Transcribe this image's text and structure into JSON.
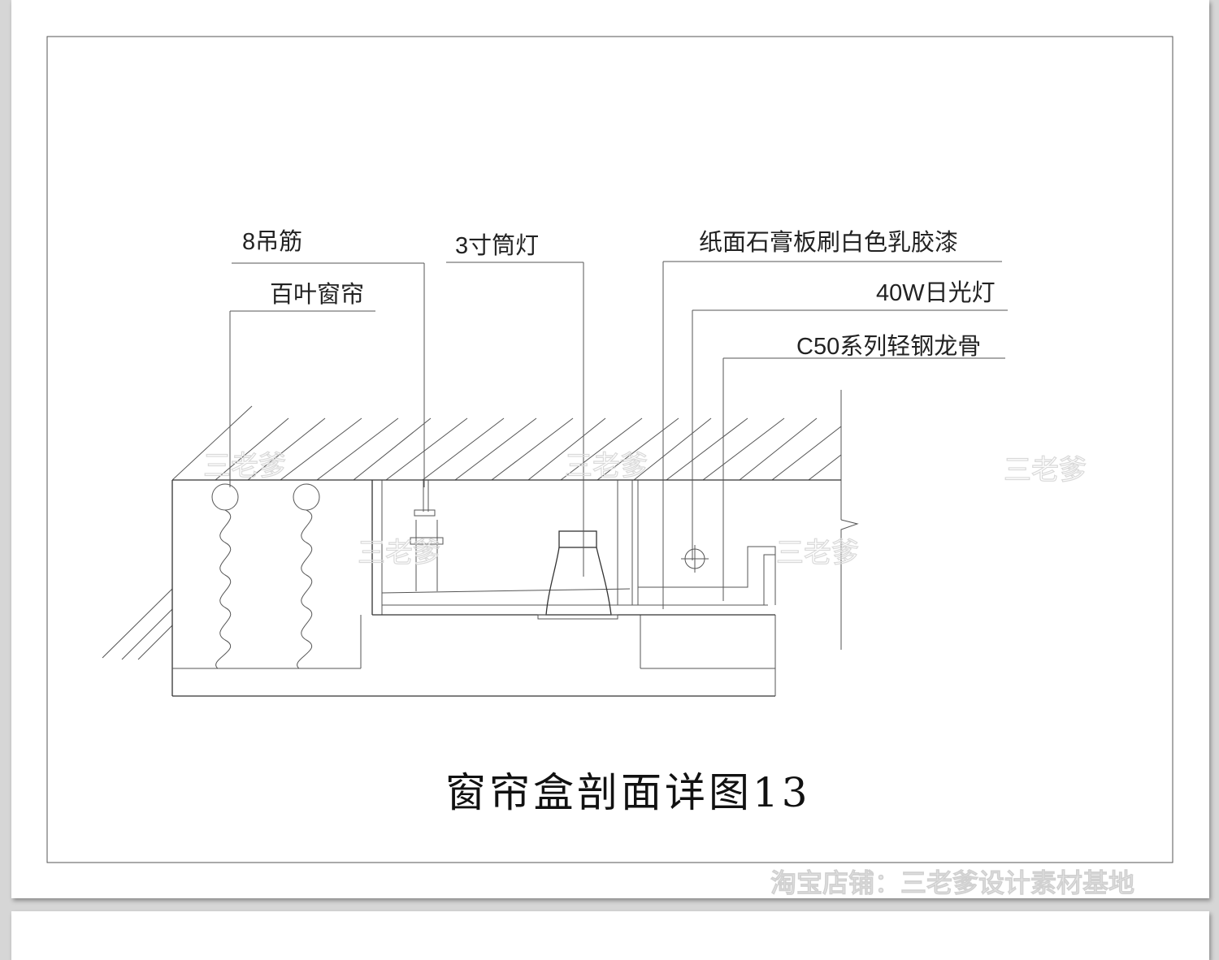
{
  "labels": {
    "hanger": "8吊筋",
    "blind": "百叶窗帘",
    "downlight": "3寸筒灯",
    "gypsum": "纸面石膏板刷白色乳胶漆",
    "fluorescent": "40W日光灯",
    "keel": "C50系列轻钢龙骨"
  },
  "title": "窗帘盒剖面详图13",
  "watermark": "三老爹",
  "shop_footer": "淘宝店铺：三老爹设计素材基地"
}
